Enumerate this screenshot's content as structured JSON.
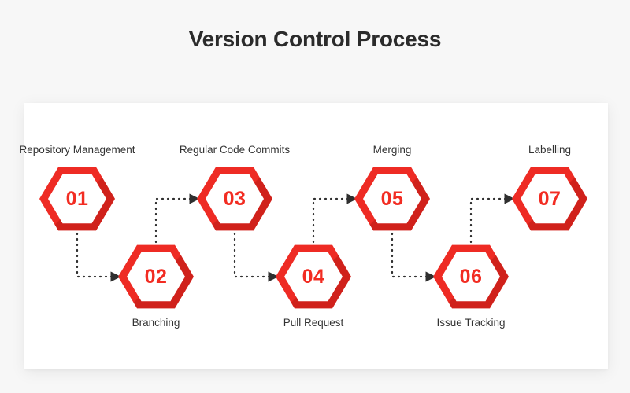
{
  "title": "Version Control Process",
  "theme": {
    "background": "#f7f7f7",
    "card_background": "#ffffff",
    "accent": "#ee2b24",
    "number_color": "#f22c22",
    "label_color": "#333333",
    "title_color": "#2b2b2b",
    "connector_color": "#2f2f2f"
  },
  "steps": [
    {
      "number": "01",
      "label": "Repository Management",
      "position": "upper",
      "label_position": "above"
    },
    {
      "number": "02",
      "label": "Branching",
      "position": "lower",
      "label_position": "below"
    },
    {
      "number": "03",
      "label": "Regular Code Commits",
      "position": "upper",
      "label_position": "above"
    },
    {
      "number": "04",
      "label": "Pull Request",
      "position": "lower",
      "label_position": "below"
    },
    {
      "number": "05",
      "label": "Merging",
      "position": "upper",
      "label_position": "above"
    },
    {
      "number": "06",
      "label": "Issue Tracking",
      "position": "lower",
      "label_position": "below"
    },
    {
      "number": "07",
      "label": "Labelling",
      "position": "upper",
      "label_position": "above"
    }
  ],
  "connectors": [
    {
      "from": "01",
      "to": "02",
      "style": "dotted",
      "has_start_dot": true
    },
    {
      "from": "02",
      "to": "03",
      "style": "dotted",
      "has_start_dot": false
    },
    {
      "from": "03",
      "to": "04",
      "style": "dotted",
      "has_start_dot": false
    },
    {
      "from": "04",
      "to": "05",
      "style": "dotted",
      "has_start_dot": false
    },
    {
      "from": "05",
      "to": "06",
      "style": "dotted",
      "has_start_dot": false
    },
    {
      "from": "06",
      "to": "07",
      "style": "dotted",
      "has_start_dot": false
    }
  ]
}
